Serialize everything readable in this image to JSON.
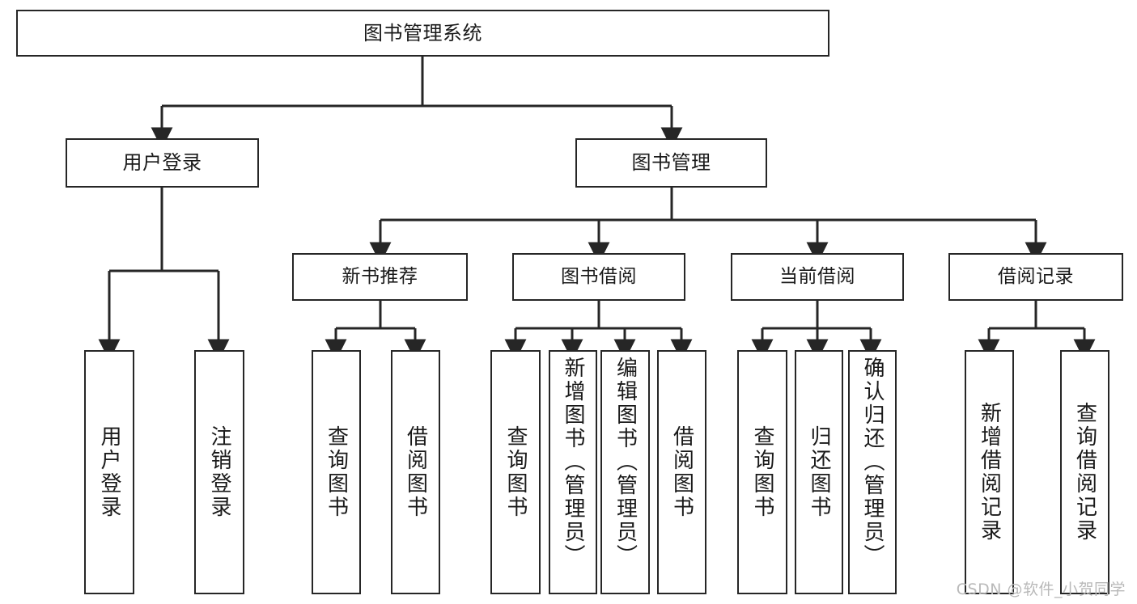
{
  "diagram": {
    "type": "hierarchy-tree",
    "title": "图书管理系统",
    "orientation": "top-down",
    "colors": {
      "box_border": "#262626",
      "box_fill": "#ffffff",
      "connector": "#262626",
      "text": "#1a1a1a",
      "watermark": "#b9b9b9"
    },
    "root": {
      "label": "图书管理系统"
    },
    "level2": [
      {
        "label": "用户登录"
      },
      {
        "label": "图书管理"
      }
    ],
    "level3": [
      {
        "label": "新书推荐"
      },
      {
        "label": "图书借阅"
      },
      {
        "label": "当前借阅"
      },
      {
        "label": "借阅记录"
      }
    ],
    "leaves": {
      "user_login": [
        {
          "label": "用户登录"
        },
        {
          "label": "注销登录"
        }
      ],
      "new_book_recommend": [
        {
          "label": "查询图书"
        },
        {
          "label": "借阅图书"
        }
      ],
      "book_borrow": [
        {
          "label": "查询图书"
        },
        {
          "label": "新增图书（管理员）"
        },
        {
          "label": "编辑图书（管理员）"
        },
        {
          "label": "借阅图书"
        }
      ],
      "current_borrow": [
        {
          "label": "查询图书"
        },
        {
          "label": "归还图书"
        },
        {
          "label": "确认归还（管理员）"
        }
      ],
      "borrow_record": [
        {
          "label": "新增借阅记录"
        },
        {
          "label": "查询借阅记录"
        }
      ]
    }
  },
  "watermark": {
    "text": "CSDN @软件_小贺同学"
  }
}
